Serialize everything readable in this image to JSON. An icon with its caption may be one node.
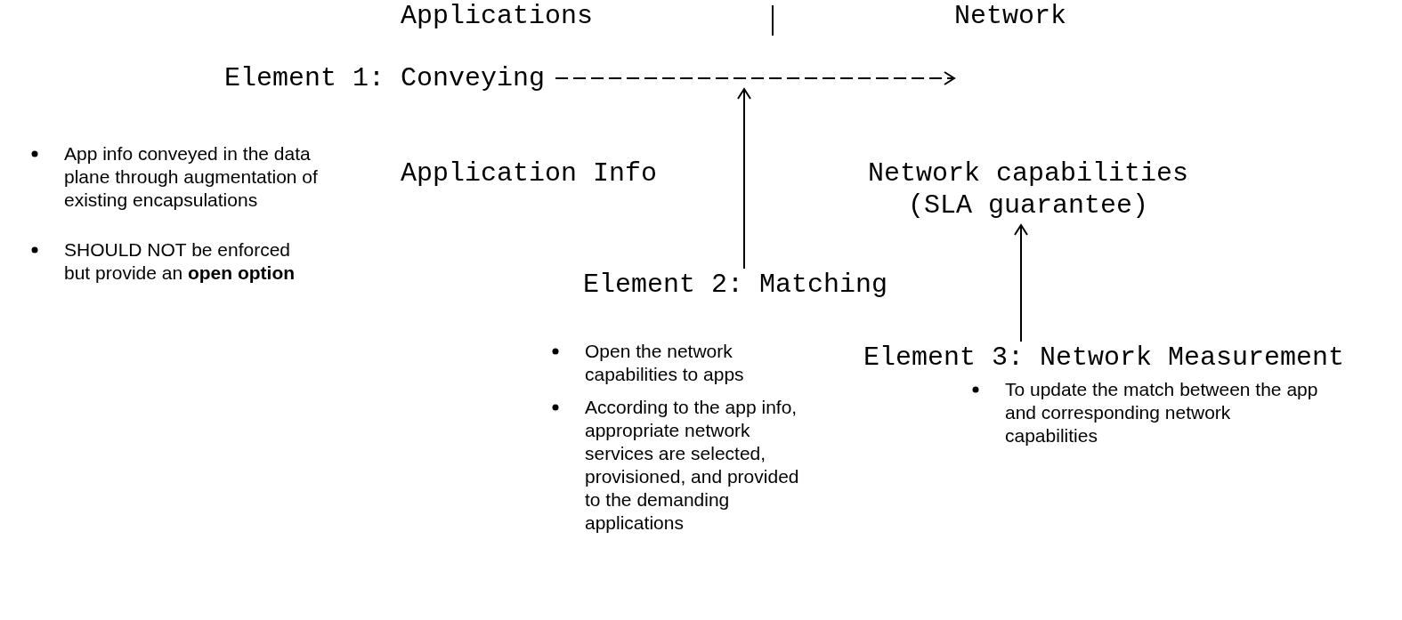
{
  "diagram": {
    "nodes": [
      {
        "text": [
          "Element 1: Conveying"
        ]
      },
      {
        "text": [
          "Element 2: Matching"
        ]
      },
      {
        "text": [
          "Network capabilities (SLA guarantee)"
        ]
      },
      {
        "text": [
          "Element 3: Network Measurement"
        ]
      }
    ],
    "edges": [
      {
        "from": 0,
        "to": null,
        "arrow": "to",
        "style": "dashed"
      },
      {
        "from": 1,
        "to": null,
        "arrow": "to"
      },
      {
        "from": 3,
        "to": 2,
        "arrow": "to"
      }
    ],
    "labels": [
      "Applications",
      "Network",
      "Application Info",
      "App info conveyed in the data plane through augmentation of existing encapsulations",
      "SHOULD NOT be enforced but provide an **open option**",
      "Open the network capabilities to apps",
      "According to the app info, appropriate network services are selected, provisioned, and provided to the demanding applications",
      "To update the match between the app and corresponding network capabilities"
    ]
  }
}
